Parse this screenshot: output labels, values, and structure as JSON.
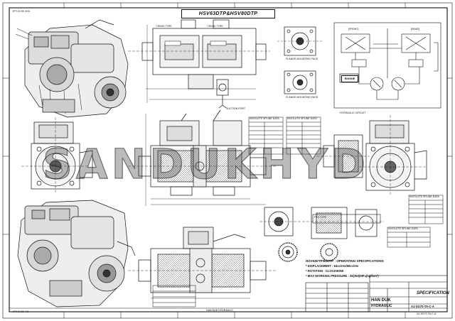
{
  "drawing": {
    "model_title": "HSV63DTP&HSV80DTP",
    "corner_code_top": "IPY.G.0E 403",
    "corner_code_bottom": "IPY.G.0E 4C",
    "watermark": "SANDUKHYD",
    "bottom_strip": "HAN DUK HYDRAULIC",
    "bottom_right_code": "A1-SG70 TA-C-A"
  },
  "labels": {
    "suction_port": "SUCTION PORT",
    "engine": "ENGINE",
    "front": "[FRONT]",
    "rear": "[REAR]",
    "hydraulic_circuit": "HYDRAULIC CIRCUIT",
    "flange_a": "FLANGE MOUNTING FACE",
    "flange_b": "FLANGE MOUNTING FACE",
    "involute_spline_1": "INVOLUTE SPLINE DATA",
    "involute_spline_2": "INVOLUTE SPLINE DATA",
    "involute_spline_3": "INVOLUTE SPLINE DATA",
    "involute_spline_4": "INVOLUTE SPLINE DATA",
    "hsv63_type": "HSV63 TYPE",
    "hsv80_type": "HSV80 TYPE",
    "pto_type": "PTO TYPE"
  },
  "specifications": {
    "heading": "HSV63DTP/80DTP : OPERATING SPECIFICATIONS",
    "lines": [
      "* DISPLACEMENT : 63cc/rev/80cc/rev",
      "* ROTATION : CLOCKWISE",
      "* MAX WORKING PRESSURE : 35(350)MPa(kgf/cm²)"
    ]
  },
  "title_block": {
    "company_line1": "HAN DUK",
    "company_line2": "HYDRAULIC",
    "sheet_title": "SPECIFICATION",
    "drawing_no": "A1-SG70-TA-C-A"
  },
  "colors": {
    "ink": "#111111",
    "paper": "#ffffff",
    "watermark": "#555555"
  }
}
